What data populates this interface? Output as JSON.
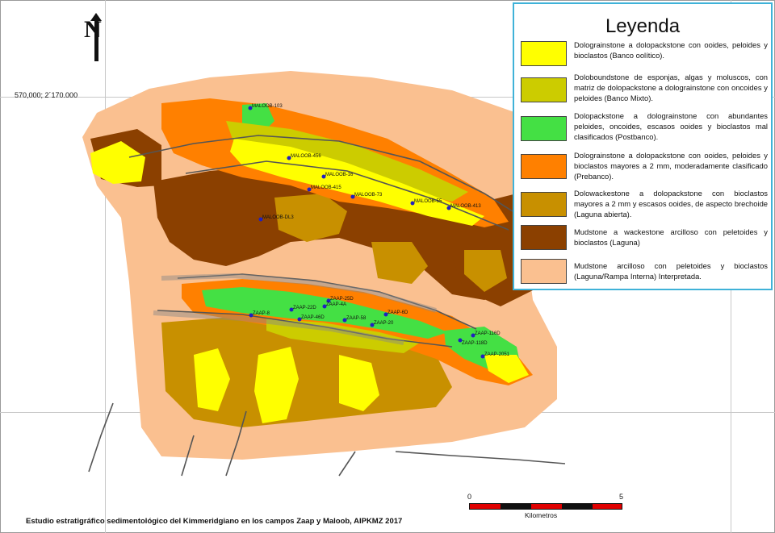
{
  "coordinate_label": "570,000; 2´170.000",
  "north_label": "N",
  "legend": {
    "title": "Leyenda",
    "items": [
      {
        "color": "#ffff00",
        "text": "Dolograinstone a dolopackstone con ooides, peloides y bioclastos (Banco oolítico)."
      },
      {
        "color": "#cccc00",
        "text": "Doloboundstone de esponjas, algas y moluscos, con matriz de dolopackstone a dolograinstone con oncoides y peloides (Banco Mixto)."
      },
      {
        "color": "#44e044",
        "text": "Dolopackstone a dolograinstone con abundantes peloides, oncoides, escasos ooides y bioclastos mal clasificados (Postbanco)."
      },
      {
        "color": "#ff8000",
        "text": "Dolograinstone a dolopackstone con ooides, peloides y bioclastos mayores a 2 mm, moderadamente clasificado (Prebanco)."
      },
      {
        "color": "#c89000",
        "text": "Dolowackestone a dolopackstone con bioclastos mayores a 2 mm y escasos ooides, de aspecto brechoide (Laguna abierta)."
      },
      {
        "color": "#8b4000",
        "text": "Mudstone a wackestone arcilloso con peletoides y bioclastos (Laguna)"
      },
      {
        "color": "#fac090",
        "text": "Mudstone arcilloso con peletoides y bioclastos (Laguna/Rampa Interna) Interpretada."
      }
    ]
  },
  "wells": [
    {
      "name": "MALOOB-103"
    },
    {
      "name": "MALOOB-456"
    },
    {
      "name": "MALOOB-16"
    },
    {
      "name": "MALOOB-415"
    },
    {
      "name": "MALOOB-73"
    },
    {
      "name": "MALOOB-55"
    },
    {
      "name": "MALOOB-413"
    },
    {
      "name": "MALOOB-DL3"
    },
    {
      "name": "ZAAP-8"
    },
    {
      "name": "ZAAP-22D"
    },
    {
      "name": "ZAAP-25D"
    },
    {
      "name": "ZAAP-4A"
    },
    {
      "name": "ZAAP-46D"
    },
    {
      "name": "ZAAP-58"
    },
    {
      "name": "ZAAP-20"
    },
    {
      "name": "ZAAP-6D"
    },
    {
      "name": "ZAAP-116D"
    },
    {
      "name": "ZAAP-118D"
    },
    {
      "name": "ZAAP-2051"
    }
  ],
  "scale_bar": {
    "start_label": "0",
    "end_label": "5",
    "unit": "Kilometros"
  },
  "caption": "Estudio estratigráfico sedimentológico del Kimmeridgiano en los campos Zaap y Maloob, AIPKMZ 2017"
}
